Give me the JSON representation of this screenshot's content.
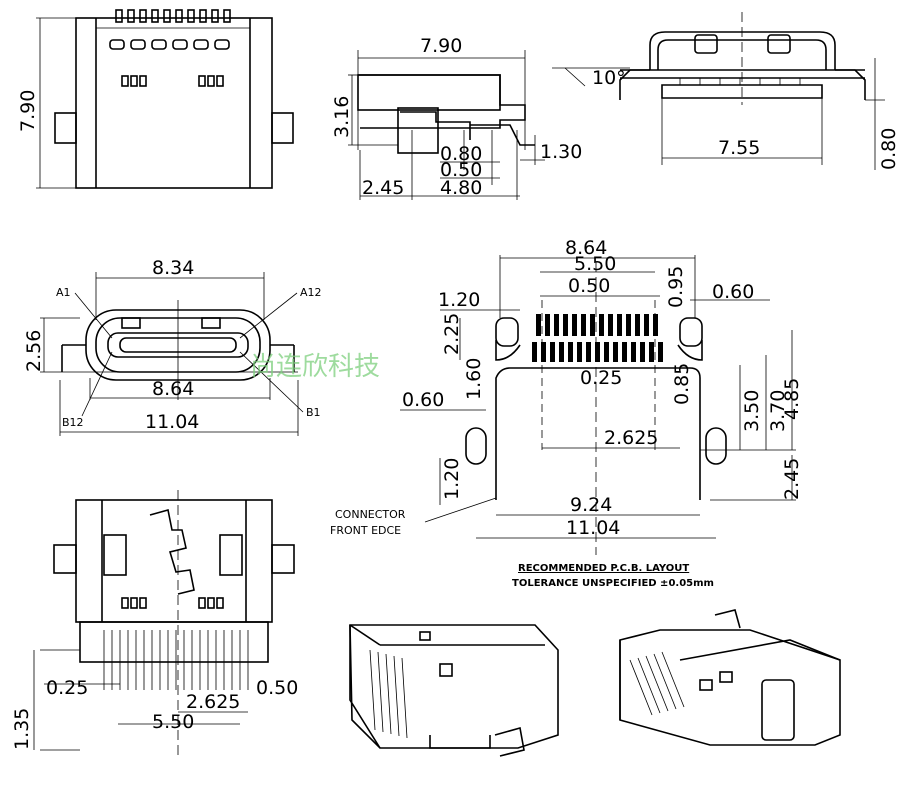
{
  "top_view": {
    "dim_height": "7.90"
  },
  "side_view": {
    "dim_width": "7.90",
    "dim_height": "3.16",
    "dim_a": "0.80",
    "dim_b": "0.50",
    "dim_c": "1.30",
    "dim_d": "2.45",
    "dim_e": "4.80"
  },
  "front_view": {
    "dim_width": "7.55",
    "dim_height": "0.80",
    "angle_label": "10°"
  },
  "end_view": {
    "dim_top": "8.34",
    "dim_mid": "8.64",
    "dim_bottom": "11.04",
    "dim_height": "2.56",
    "label_a1": "A1",
    "label_a12": "A12",
    "label_b12": "B12",
    "label_b1": "B1"
  },
  "pcb_layout": {
    "dim_864": "8.64",
    "dim_550": "5.50",
    "dim_050": "0.50",
    "dim_095": "0.95",
    "dim_120_top": "1.20",
    "dim_060_right": "0.60",
    "dim_225": "2.25",
    "dim_160": "1.60",
    "dim_025": "0.25",
    "dim_085": "0.85",
    "dim_350": "3.50",
    "dim_370": "3.70",
    "dim_485": "4.85",
    "dim_060_left": "0.60",
    "dim_2625": "2.625",
    "dim_120_left": "1.20",
    "dim_245": "2.45",
    "dim_924": "9.24",
    "dim_1104": "11.04",
    "connector_label_1": "CONNECTOR",
    "connector_label_2": "FRONT EDCE",
    "title": "RECOMMENDED P.C.B. LAYOUT",
    "tolerance": "TOLERANCE UNSPECIFIED ±0.05mm"
  },
  "bottom_view": {
    "dim_025": "0.25",
    "dim_2625": "2.625",
    "dim_050": "0.50",
    "dim_550": "5.50",
    "dim_135": "1.35"
  },
  "watermark": "尚连欣科技",
  "colors": {
    "line": "#000000",
    "watermark": "#7ed07e"
  }
}
